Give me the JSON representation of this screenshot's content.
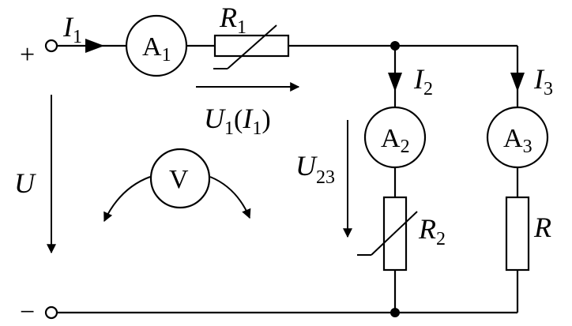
{
  "terminals": {
    "plus": "+",
    "minus": "−"
  },
  "currents": {
    "i1": {
      "sym": "I",
      "sub": "1"
    },
    "i2": {
      "sym": "I",
      "sub": "2"
    },
    "i3": {
      "sym": "I",
      "sub": "3"
    }
  },
  "ammeters": {
    "a1": {
      "sym": "A",
      "sub": "1"
    },
    "a2": {
      "sym": "A",
      "sub": "2"
    },
    "a3": {
      "sym": "A",
      "sub": "3"
    }
  },
  "voltmeter": {
    "sym": "V"
  },
  "resistors": {
    "r1": {
      "sym": "R",
      "sub": "1"
    },
    "r2": {
      "sym": "R",
      "sub": "2"
    },
    "r": {
      "sym": "R"
    }
  },
  "voltages": {
    "u": {
      "sym": "U"
    },
    "u23": {
      "sym": "U",
      "sub": "23"
    },
    "u1": {
      "sym": "U",
      "sub": "1",
      "open": "(",
      "inner_sym": "I",
      "inner_sub": "1",
      "close": ")"
    }
  }
}
